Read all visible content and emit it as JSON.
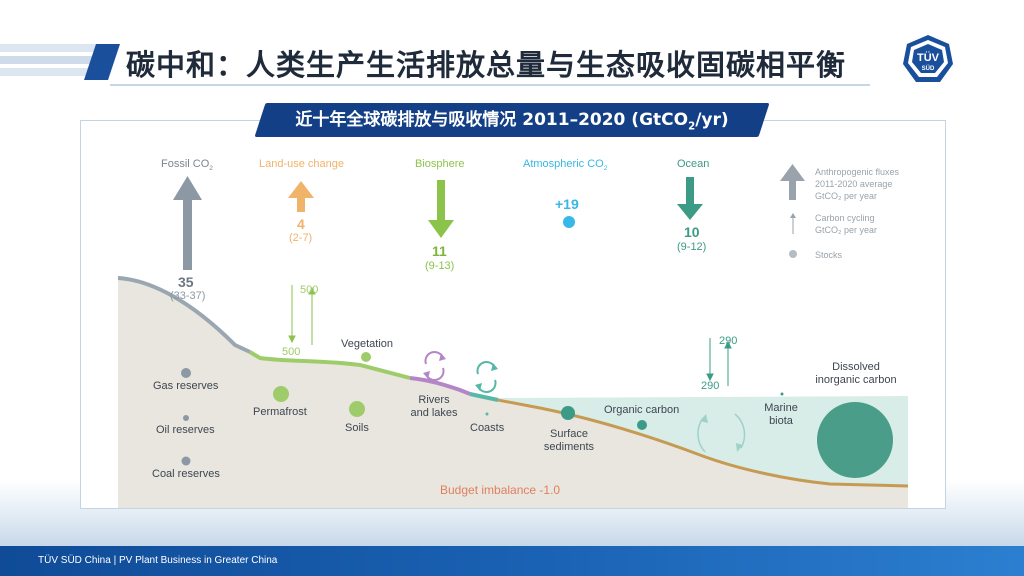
{
  "header": {
    "title": "碳中和：人类生产生活排放总量与生态吸收固碳相平衡",
    "logo_text": "TÜV",
    "logo_subtext": "SÜD"
  },
  "subtitle": {
    "prefix": "近十年全球碳排放与吸收情况 2011–2020 (GtCO",
    "subscript": "2",
    "suffix": "/yr)"
  },
  "fluxes": {
    "fossil": {
      "title": "Fossil CO",
      "title_sub": "2",
      "value": "35",
      "range": "(33-37)",
      "color": "#8c99a4"
    },
    "landuse": {
      "title": "Land-use change",
      "value": "4",
      "range": "(2-7)",
      "color": "#f0b36a"
    },
    "biosphere": {
      "title": "Biosphere",
      "value": "11",
      "range": "(9-13)",
      "color": "#8cc34b"
    },
    "atmospheric": {
      "title": "Atmospheric CO",
      "title_sub": "2",
      "value": "+19",
      "color": "#37b8e6"
    },
    "ocean": {
      "title": "Ocean",
      "value": "10",
      "range": "(9-12)",
      "color": "#3c9b86"
    }
  },
  "cycling": {
    "land_down": "500",
    "land_up": "500",
    "ocean_down": "290",
    "ocean_up": "290"
  },
  "stocks": {
    "gas": "Gas reserves",
    "oil": "Oil reserves",
    "coal": "Coal reserves",
    "permafrost": "Permafrost",
    "soils": "Soils",
    "vegetation": "Vegetation",
    "rivers_line1": "Rivers",
    "rivers_line2": "and lakes",
    "coasts": "Coasts",
    "surface_line1": "Surface",
    "surface_line2": "sediments",
    "organic": "Organic carbon",
    "marine_line1": "Marine",
    "marine_line2": "biota",
    "dissolved_line1": "Dissolved",
    "dissolved_line2": "inorganic carbon"
  },
  "budget_imbalance": "Budget imbalance -1.0",
  "legend": {
    "anthropogenic_line1": "Anthropogenic fluxes",
    "anthropogenic_line2": "2011-2020  average",
    "anthropogenic_line3": "GtCO₂ per year",
    "cycling_line1": "Carbon cycling",
    "cycling_line2": "GtCO₂  per year",
    "stocks": "Stocks"
  },
  "footer": {
    "text": "TÜV SÜD China | PV Plant Business in Greater China"
  }
}
